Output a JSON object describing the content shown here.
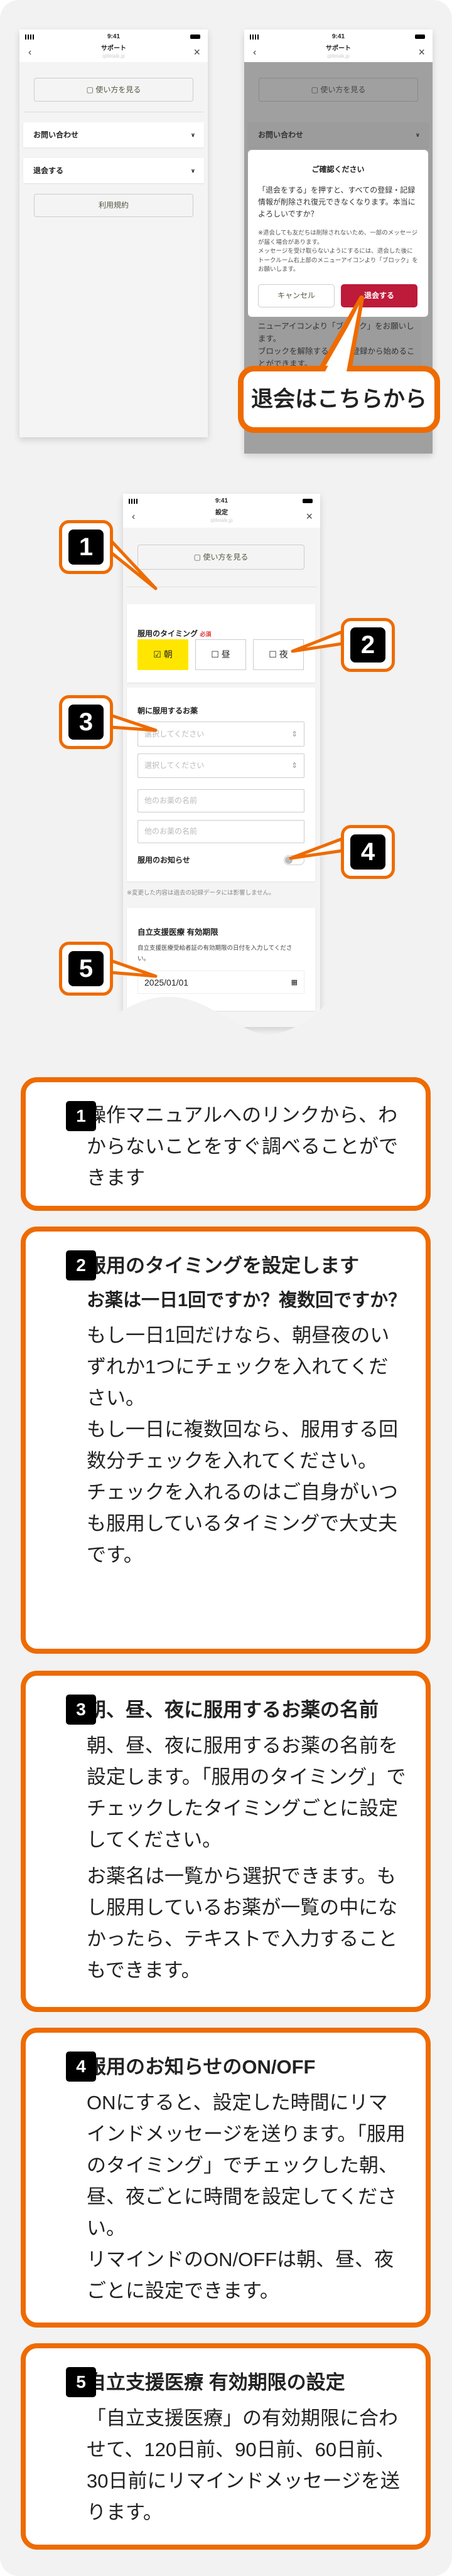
{
  "colors": {
    "accent": "#ee6b00",
    "danger": "#be1a3a",
    "checked": "#ffe600",
    "background": "#f2f2f2"
  },
  "status_time": "9:41",
  "support_screen": {
    "title": "サポート",
    "url": "qlifetalk.jp",
    "manual_button": "使い方を見る",
    "accordion": [
      "お問い合わせ",
      "退会する"
    ],
    "terms_button": "利用規約"
  },
  "dialog": {
    "title": "ご確認ください",
    "body": "「退会をする」を押すと、すべての登録・記録情報が削除され復元できなくなります。本当によろしいですか？",
    "note": "※退会しても友だちは削除されないため、一部のメッセージが届く場合があります。\nメッセージを受け取らないようにするには、退会した後にトークルーム右上部のメニューアイコンより「ブロック」をお願いします。",
    "cancel": "キャンセル",
    "confirm": "退会する",
    "behind_text": "ニューアイコンより「ブロック」をお願いします。\nブロックを解除すると、再登録から始めることができます。"
  },
  "callout_text": "退会はこちらから",
  "settings_screen": {
    "title": "設定",
    "url": "qlifetalk.jp",
    "manual_button": "使い方を見る",
    "timing_label": "服用のタイミング",
    "required": "必須",
    "timing_options": [
      {
        "label": "朝",
        "checked": true
      },
      {
        "label": "昼",
        "checked": false
      },
      {
        "label": "夜",
        "checked": false
      }
    ],
    "morning_label": "朝に服用するお薬",
    "select_placeholder": "選択してください",
    "other_placeholder": "他のお薬の名前",
    "notify_label": "服用のお知らせ",
    "notify_on": false,
    "note": "※変更した内容は過去の記録データには影響しません。",
    "expiry_title": "自立支援医療 有効期限",
    "expiry_desc": "自立支援医療受給者証の有効期限の日付を入力してください。",
    "expiry_value": "2025/01/01"
  },
  "badges": [
    "1",
    "2",
    "3",
    "4",
    "5"
  ],
  "info": [
    {
      "num": "1",
      "paras": [
        "操作マニュアルへのリンクから、わからないことをすぐ調べることができます"
      ]
    },
    {
      "num": "2",
      "title": "服用のタイミングを設定します",
      "sub": "お薬は一日1回ですか？複数回ですか？",
      "paras": [
        "もし一日1回だけなら、朝昼夜のいずれか1つにチェックを入れてください。\nもし一日に複数回なら、服用する回数分チェックを入れてください。\nチェックを入れるのはご自身がいつも服用しているタイミングで大丈夫です。"
      ]
    },
    {
      "num": "3",
      "title": "朝、昼、夜に服用するお薬の名前",
      "paras": [
        "朝、昼、夜に服用するお薬の名前を設定します。「服用のタイミング」でチェックしたタイミングごとに設定してください。",
        "お薬名は一覧から選択できます。もし服用しているお薬が一覧の中になかったら、テキストで入力することもできます。"
      ]
    },
    {
      "num": "4",
      "title": "服用のお知らせのON/OFF",
      "paras": [
        "ONにすると、設定した時間にリマインドメッセージを送ります。「服用のタイミング」でチェックした朝、昼、夜ごとに時間を設定してください。\nリマインドのON/OFFは朝、昼、夜ごとに設定できます。"
      ]
    },
    {
      "num": "5",
      "title": "自立支援医療 有効期限の設定",
      "paras": [
        "「自立支援医療」の有効期限に合わせて、120日前、90日前、60日前、30日前にリマインドメッセージを送ります。"
      ]
    }
  ]
}
